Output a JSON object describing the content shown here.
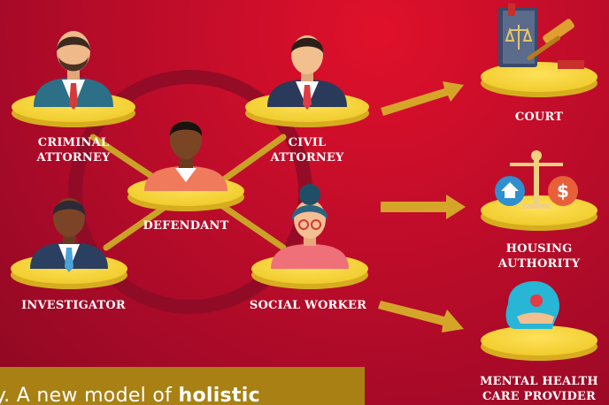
{
  "labels": {
    "criminal_attorney": [
      "CRIMINAL",
      "ATTORNEY"
    ],
    "civil_attorney": [
      "CIVIL",
      "ATTORNEY"
    ],
    "defendant": "DEFENDANT",
    "investigator": "INVESTIGATOR",
    "social_worker": "SOCIAL WORKER",
    "court": "COURT",
    "housing_authority": [
      "HOUSING",
      "AUTHORITY"
    ],
    "mental_health": [
      "MENTAL HEALTH",
      "CARE PROVIDER"
    ]
  },
  "banner": {
    "lead": "y. A new model of ",
    "bold": "holistic"
  },
  "colors": {
    "background": "#c30d2a",
    "platform": "#f2d23a",
    "connector": "#c9a227",
    "banner": "#a88013"
  }
}
